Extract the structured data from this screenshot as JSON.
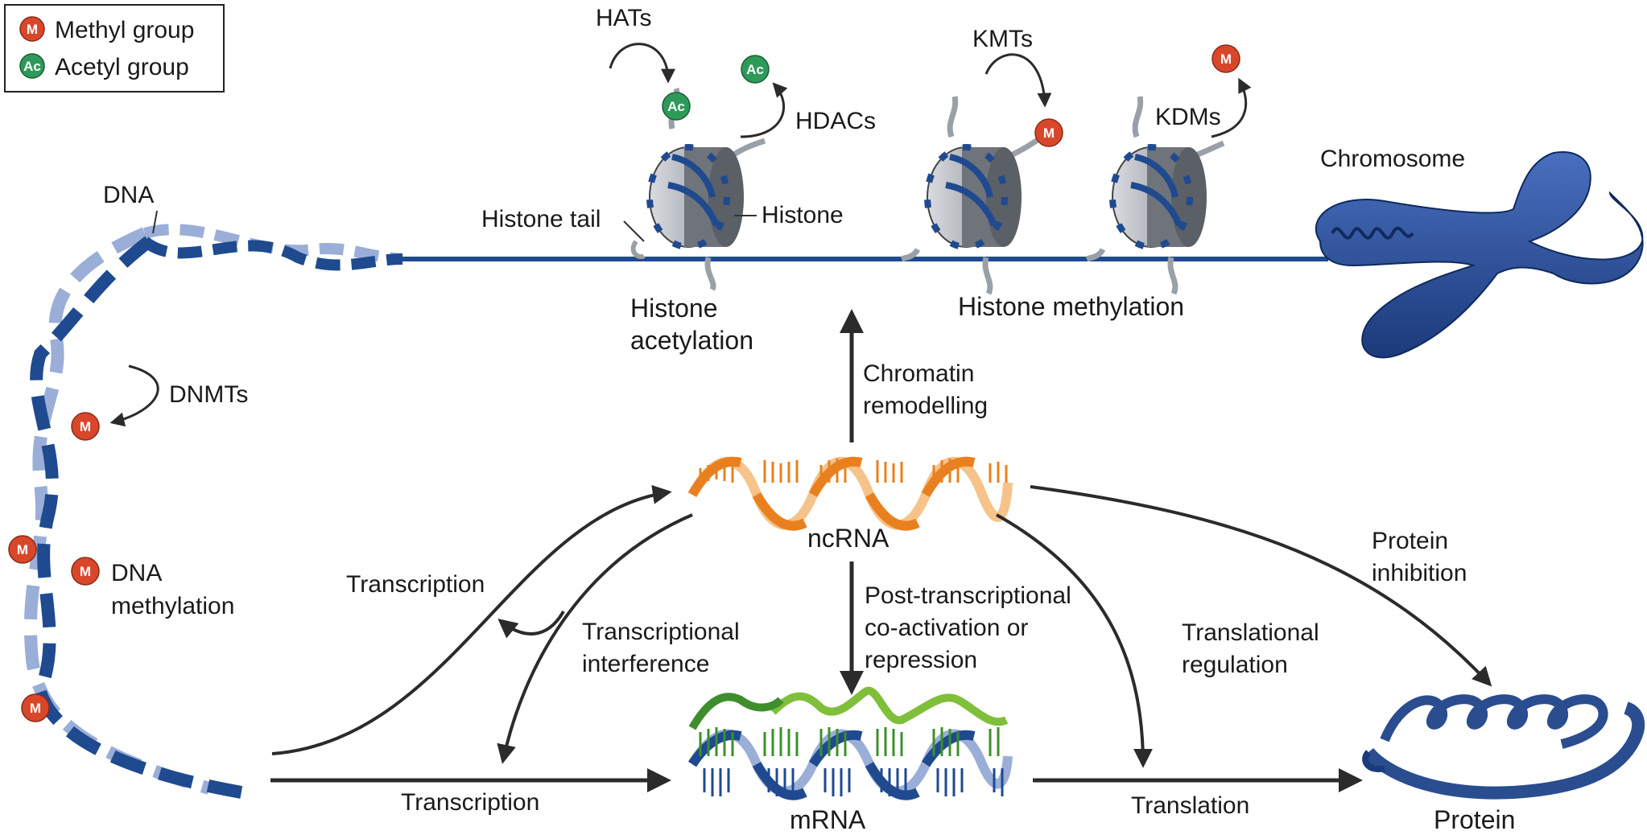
{
  "legend": {
    "methyl": {
      "symbol": "M",
      "label": "Methyl group"
    },
    "acetyl": {
      "symbol": "Ac",
      "label": "Acetyl group"
    }
  },
  "labels": {
    "dna": "DNA",
    "hats": "HATs",
    "hdacs": "HDACs",
    "kmts": "KMTs",
    "kdms": "KDMs",
    "chromosome": "Chromosome",
    "histone_tail": "Histone tail",
    "histone": "Histone",
    "histone_acetylation": [
      "Histone",
      "acetylation"
    ],
    "histone_methylation": "Histone methylation",
    "dnmts": "DNMTs",
    "dna_methylation": [
      "DNA",
      "methylation"
    ],
    "chromatin_remodelling": [
      "Chromatin",
      "remodelling"
    ],
    "ncrna": "ncRNA",
    "transcription_upper": "Transcription",
    "transcriptional_interference": [
      "Transcriptional",
      "interference"
    ],
    "post_transcriptional": [
      "Post-transcriptional",
      "co-activation or",
      "repression"
    ],
    "protein_inhibition": [
      "Protein",
      "inhibition"
    ],
    "translational_regulation": [
      "Translational",
      "regulation"
    ],
    "transcription_lower": "Transcription",
    "mrna": "mRNA",
    "translation": "Translation",
    "protein": "Protein"
  },
  "colors": {
    "dna_dark": "#1f4a8f",
    "dna_light": "#9aaed8",
    "methyl": "#d9472b",
    "acetyl": "#2e9a5a",
    "ncrna_dark": "#e9801f",
    "ncrna_light": "#f6c38a",
    "mrna_green": "#3e8f2c",
    "mrna_blue": "#1f4a8f",
    "arrow": "#2b2b2b",
    "histone_gray": "#b9bcc2"
  }
}
